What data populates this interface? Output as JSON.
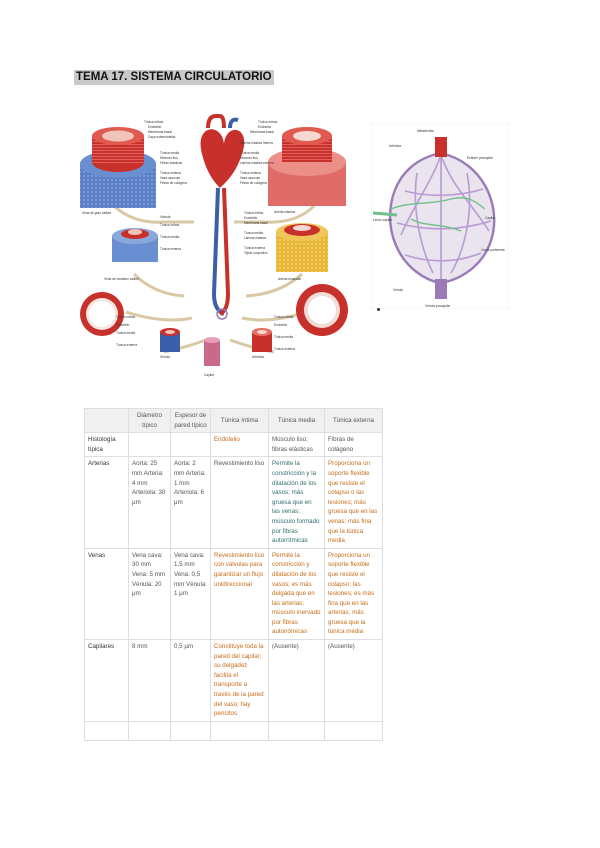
{
  "title": "TEMA 17. SISTEMA CIRCULATORIO",
  "figure_vessels": {
    "labels_top_left": [
      "Túnica íntima",
      "Endotelio",
      "Membrana basal",
      "Capa subendotelial",
      "Túnica media",
      "Músculo liso",
      "Fibras elásticas",
      "Túnica externa",
      "Vasa vasorum",
      "Fibras de colágeno"
    ],
    "labels_top_right": [
      "Túnica íntima",
      "Endotelio",
      "Membrana basal",
      "Lámina elástica interna",
      "Túnica media",
      "Músculo liso",
      "Lámina elástica externa",
      "Túnica externa",
      "Vasa vasorum",
      "Fibras de colágeno"
    ],
    "labels_mid_left": [
      "Válvula",
      "Túnica íntima",
      "Túnica media",
      "Túnica externa"
    ],
    "labels_mid_right": [
      "Túnica íntima",
      "Endotelio",
      "Membrana basal",
      "Túnica media",
      "Lámina elástica",
      "Túnica externa",
      "Tejido conjuntivo"
    ],
    "labels_bottom_left": [
      "Túnica íntima",
      "Endotelio",
      "Túnica media",
      "Túnica externa"
    ],
    "labels_bottom_right": [
      "Túnica íntima",
      "Endotelio",
      "Túnica media",
      "Túnica externa"
    ],
    "caption_vein": "Vena de gran calibre",
    "caption_artery": "Arteria elástica",
    "caption_medium_vein": "Vena de mediano calibre",
    "caption_muscular_artery": "Arteria muscular",
    "caption_venule": "Vénula",
    "caption_arteriole": "Arteriola",
    "caption_capillary": "Capilar"
  },
  "figure_capillary": {
    "label_top": "Metarteriola",
    "label_arteriole": "Arteriola",
    "label_sphincter": "Esfínter precapilar",
    "label_lymph": "Lecho capilar",
    "label_capillary": "Capilar",
    "label_thoroughfare": "Canal preferente",
    "label_venule": "Vénula",
    "label_bottom": "Vénula poscapilar"
  },
  "table": {
    "headers": [
      "",
      "Diámetro típico",
      "Espesor de pared típico",
      "Túnica íntima",
      "Túnica media",
      "Túnica externa"
    ],
    "rows": [
      {
        "name": "Histología típica",
        "diametro": "",
        "espesor": "",
        "intima": "Endotelio",
        "media": "Músculo liso; fibras elásticas",
        "externa": "Fibras de colágeno"
      },
      {
        "name": "Arterias",
        "diametro": "Aorta: 25 mm Arteria: 4 mm Arteriola: 30 μm",
        "espesor": "Aorta: 2 mm Arteria: 1 mm Arteriola: 6 μm",
        "intima": "Revestimiento liso",
        "media": "Permite la constricción y la dilatación de los vasos; más gruesa que en las venas; músculo formado por fibras autorrítmicas",
        "externa": "Proporciona un soporte flexible que resiste el colapso o las lesiones; más gruesa que en las venas; más fina que la túnica media"
      },
      {
        "name": "Venas",
        "diametro": "Vena cava: 30 mm Vena: 5 mm Vénula: 20 μm",
        "espesor": "Vena cava: 1,5 mm Vena: 0,5 mm Vénula: 1 μm",
        "intima": "Revestimiento liso con válvulas para garantizar un flujo unidireccional",
        "media": "Permite la constricción y dilatación de los vasos; es más delgada que en las arterias; músculo inervado por fibras autonómicas",
        "externa": "Proporciona un soporte flexible que resiste el colapso; las lesiones; es más fina que en las arterias; más gruesa que la túnica media"
      },
      {
        "name": "Capilares",
        "diametro": "8 mm",
        "espesor": "0,5 μm",
        "intima": "Constituye toda la pared del capilar; su delgadez facilita el transporte a través de la pared del vaso; hay pericitos",
        "media": "(Ausente)",
        "externa": "(Ausente)"
      }
    ]
  },
  "colors": {
    "artery_red": "#c8312b",
    "vein_blue": "#3b5fa8",
    "capillary_purple": "#9a7bb8",
    "fat_yellow": "#e8b73a",
    "title_bg": "#c9c9c9"
  }
}
